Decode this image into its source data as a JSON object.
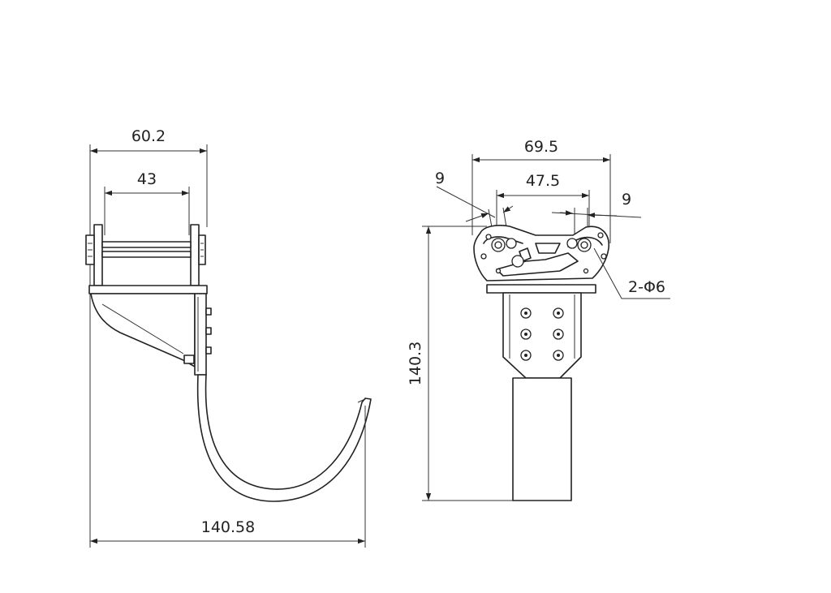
{
  "drawing": {
    "views": [
      {
        "name": "side-view",
        "dimensions": {
          "overall_width": "60.2",
          "pin_span": "43",
          "overall_length": "140.58"
        }
      },
      {
        "name": "front-view",
        "dimensions": {
          "plate_width": "69.5",
          "hole_spacing": "47.5",
          "left_offset": "9",
          "right_offset": "9",
          "hole_callout": "2-Φ6",
          "overall_height": "140.3"
        }
      }
    ]
  }
}
